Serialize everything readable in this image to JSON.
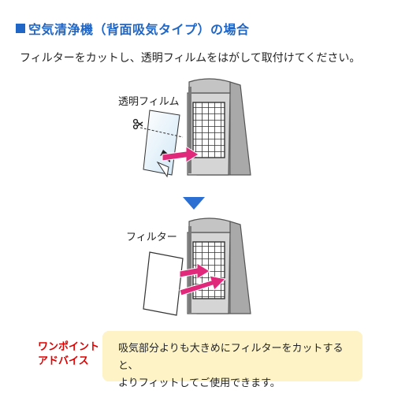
{
  "heading": "空気清浄機（背面吸気タイプ）の場合",
  "instruction": "フィルターをカットし、透明フィルムをはがして取付けてください。",
  "figure_top": {
    "film_label": "透明フィルム"
  },
  "figure_bottom": {
    "filter_label": "フィルター"
  },
  "tip": {
    "label_line1": "ワンポイント",
    "label_line2": "アドバイス",
    "text_line1": "吸気部分よりも大きめにフィルターをカットすると、",
    "text_line2": "よりフィットしてご使用できます。"
  },
  "colors": {
    "heading_blue": "#1f66c6",
    "arrow_pink": "#e0297a",
    "tip_red": "#e00000",
    "tip_background": "#fdf3c6",
    "down_arrow": "#2a6fd1"
  },
  "icons": [
    "scissors-icon",
    "peel-arrow-icon",
    "down-arrow-icon"
  ]
}
